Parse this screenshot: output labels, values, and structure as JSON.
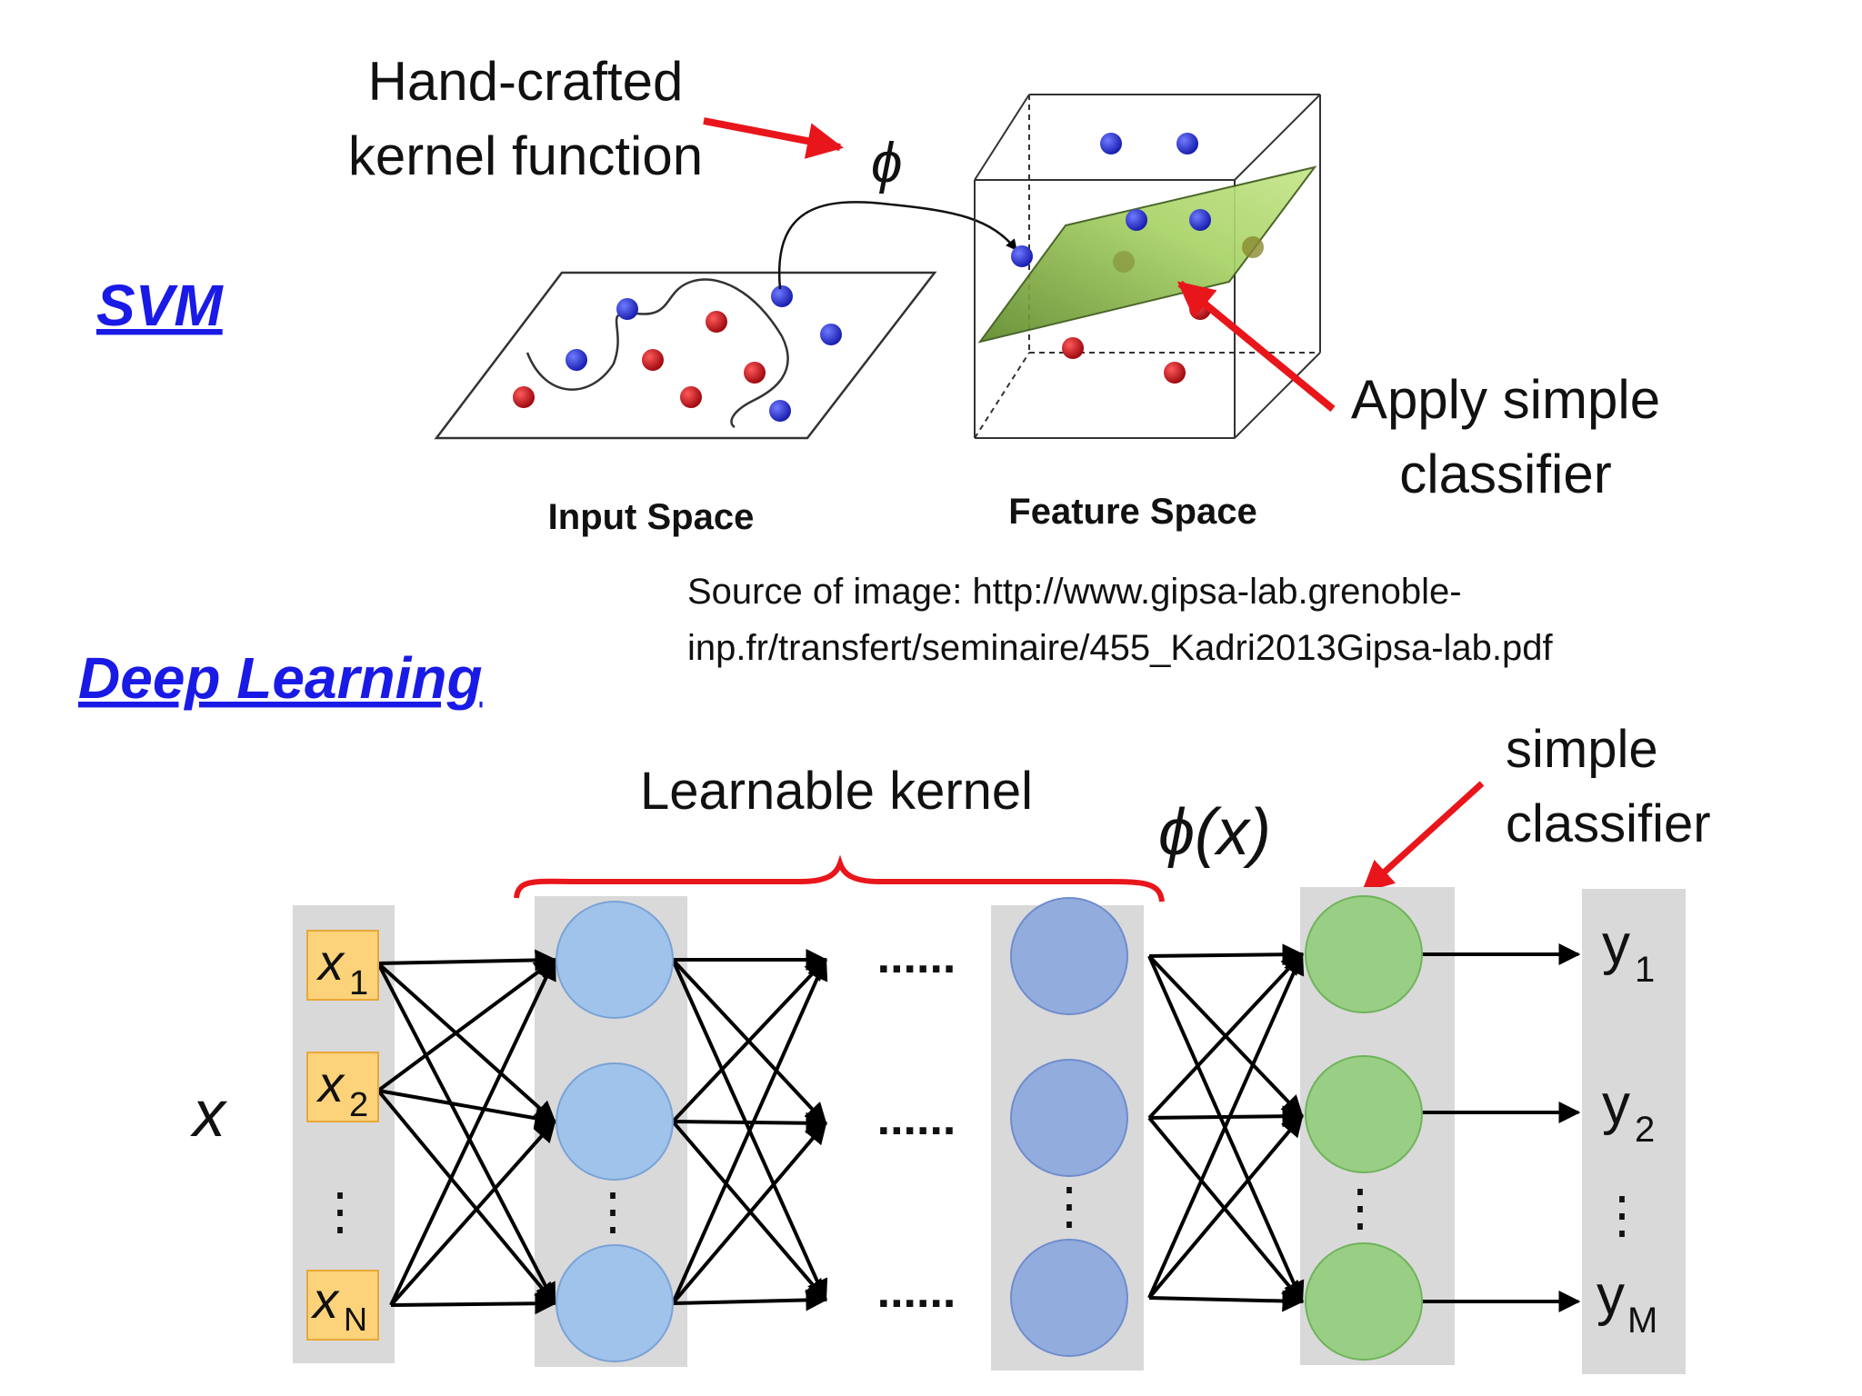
{
  "colors": {
    "heading_blue": "#1a1ae6",
    "arrow_red": "#e8161b",
    "brace_red": "#e8161b",
    "point_blue": "#2a2fc8",
    "point_red": "#c8141c",
    "plane_green": "#9fcc5a",
    "column_gray": "#d9d9da",
    "input_box": "#fcd27a",
    "node_light_blue": "#9fc3ea",
    "node_mid_blue": "#93acde",
    "node_green": "#99cf84"
  },
  "svm": {
    "heading": "SVM",
    "kernel_label_line1": "Hand-crafted",
    "kernel_label_line2": "kernel function",
    "phi": "ϕ",
    "input_space_label": "Input Space",
    "feature_space_label": "Feature Space",
    "classifier_label_line1": "Apply simple",
    "classifier_label_line2": "classifier",
    "source_line1": "Source of image: http://www.gipsa-lab.grenoble-",
    "source_line2": "inp.fr/transfert/seminaire/455_Kadri2013Gipsa-lab.pdf"
  },
  "deep_learning": {
    "heading": "Deep Learning",
    "learnable_kernel_label": "Learnable kernel",
    "phi_x": "ϕ(x)",
    "simple_classifier_line1": "simple",
    "simple_classifier_line2": "classifier",
    "input_symbol": "x",
    "inputs": [
      {
        "base": "x",
        "sub": "1"
      },
      {
        "base": "x",
        "sub": "2"
      },
      {
        "base": "x",
        "sub": "N"
      }
    ],
    "outputs": [
      {
        "base": "y",
        "sub": "1"
      },
      {
        "base": "y",
        "sub": "2"
      },
      {
        "base": "y",
        "sub": "M"
      }
    ],
    "hidden_ellipsis": "......",
    "vertical_ellipsis": "⋮"
  }
}
